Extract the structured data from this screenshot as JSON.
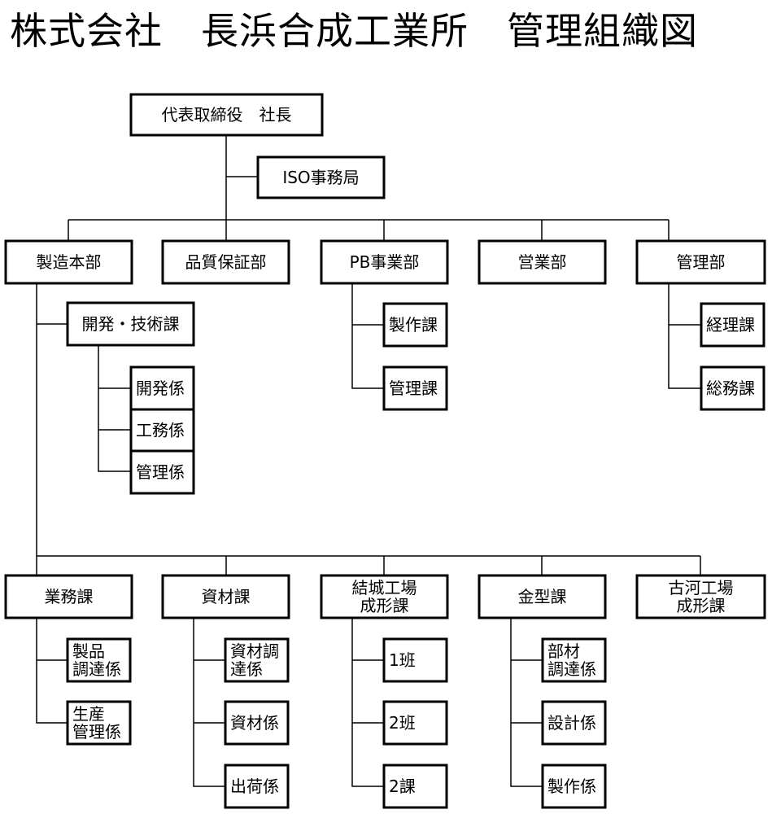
{
  "title": "株式会社　長浜合成工業所　管理組織図",
  "org": {
    "president": "代表取締役　社長",
    "iso": "ISO事務局",
    "departments": {
      "manufacturing": "製造本部",
      "qa": "品質保証部",
      "pb": "PB事業部",
      "sales": "営業部",
      "admin": "管理部"
    },
    "dev_tech": "開発・技術課",
    "dev_tech_sub": [
      "開発係",
      "工務係",
      "管理係"
    ],
    "pb_sub": [
      "製作課",
      "管理課"
    ],
    "admin_sub": [
      "経理課",
      "総務課"
    ],
    "sections": {
      "business": "業務課",
      "materials": "資材課",
      "yuki": "結城工場\n成形課",
      "mold": "金型課",
      "koga": "古河工場\n成形課"
    },
    "business_sub": [
      "製品\n調達係",
      "生産\n管理係"
    ],
    "materials_sub": [
      "資材調\n達係",
      "資材係",
      "出荷係"
    ],
    "yuki_sub": [
      "1班",
      "2班",
      "2課"
    ],
    "mold_sub": [
      "部材\n調達係",
      "設計係",
      "製作係"
    ]
  }
}
